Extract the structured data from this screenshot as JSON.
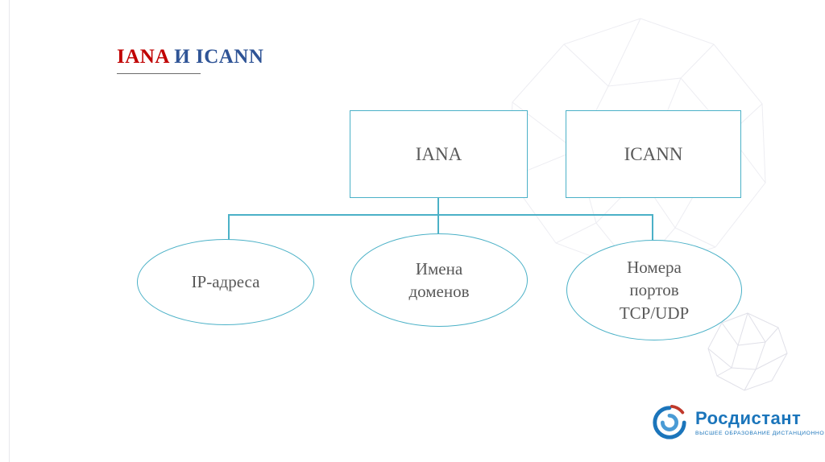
{
  "slide": {
    "title": {
      "red": "IANA",
      "blue": " И ICANN"
    },
    "diagram": {
      "boxes": [
        {
          "label": "IANA"
        },
        {
          "label": "ICANN"
        }
      ],
      "ellipses": [
        {
          "label": "IP-адреса"
        },
        {
          "label": "Имена доменов"
        },
        {
          "label": "Номера портов TCP/UDP"
        }
      ]
    },
    "logo": {
      "name": "Росдистант",
      "tagline": "ВЫСШЕЕ ОБРАЗОВАНИЕ ДИСТАНЦИОННО"
    },
    "colors": {
      "accent_teal": "#4bb1c7",
      "title_red": "#c00000",
      "title_blue": "#2f5496",
      "node_text": "#595959",
      "logo_blue": "#1b75bb",
      "logo_red": "#c0392b"
    }
  }
}
